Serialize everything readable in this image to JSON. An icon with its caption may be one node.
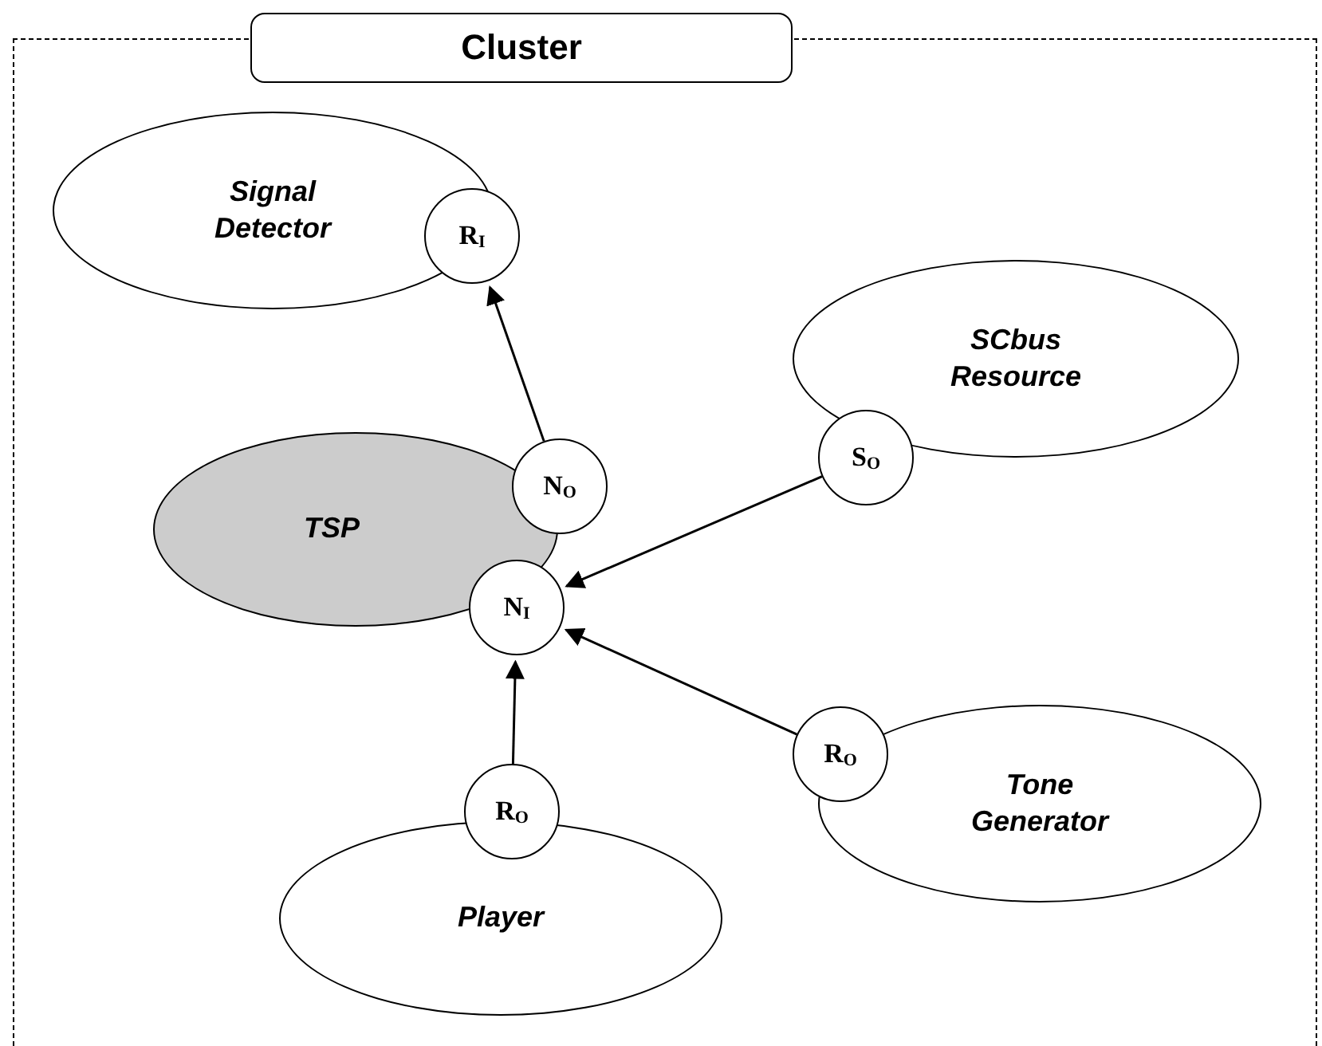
{
  "diagram": {
    "nodes": [
      {
        "text": [
          "Cluster"
        ]
      },
      {
        "text": [
          "Signal Detector"
        ],
        "in": 0
      },
      {
        "text": [
          "R$_{I}$"
        ],
        "in": 0
      },
      {
        "text": [
          "SCbus Resource"
        ],
        "in": 0
      },
      {
        "text": [
          "S$_{O}$"
        ],
        "in": 0
      },
      {
        "text": [
          "TSP"
        ],
        "in": 0
      },
      {
        "text": [
          "N$_{O}$"
        ],
        "in": 0
      },
      {
        "text": [
          "N$_{I}$"
        ],
        "in": 0
      },
      {
        "text": [
          "R$_{O}$"
        ],
        "in": 0
      },
      {
        "text": [
          "Tone Generator"
        ],
        "in": 0
      },
      {
        "text": [
          "R$_{O}$"
        ],
        "in": 0
      },
      {
        "text": [
          "Player"
        ],
        "in": 0
      }
    ],
    "edges": [
      {
        "from": 6,
        "to": 2,
        "arrow": "to"
      },
      {
        "from": 4,
        "to": 7,
        "arrow": "to"
      },
      {
        "from": 8,
        "to": 7,
        "arrow": "to"
      },
      {
        "from": 10,
        "to": 7,
        "arrow": "to"
      }
    ]
  }
}
